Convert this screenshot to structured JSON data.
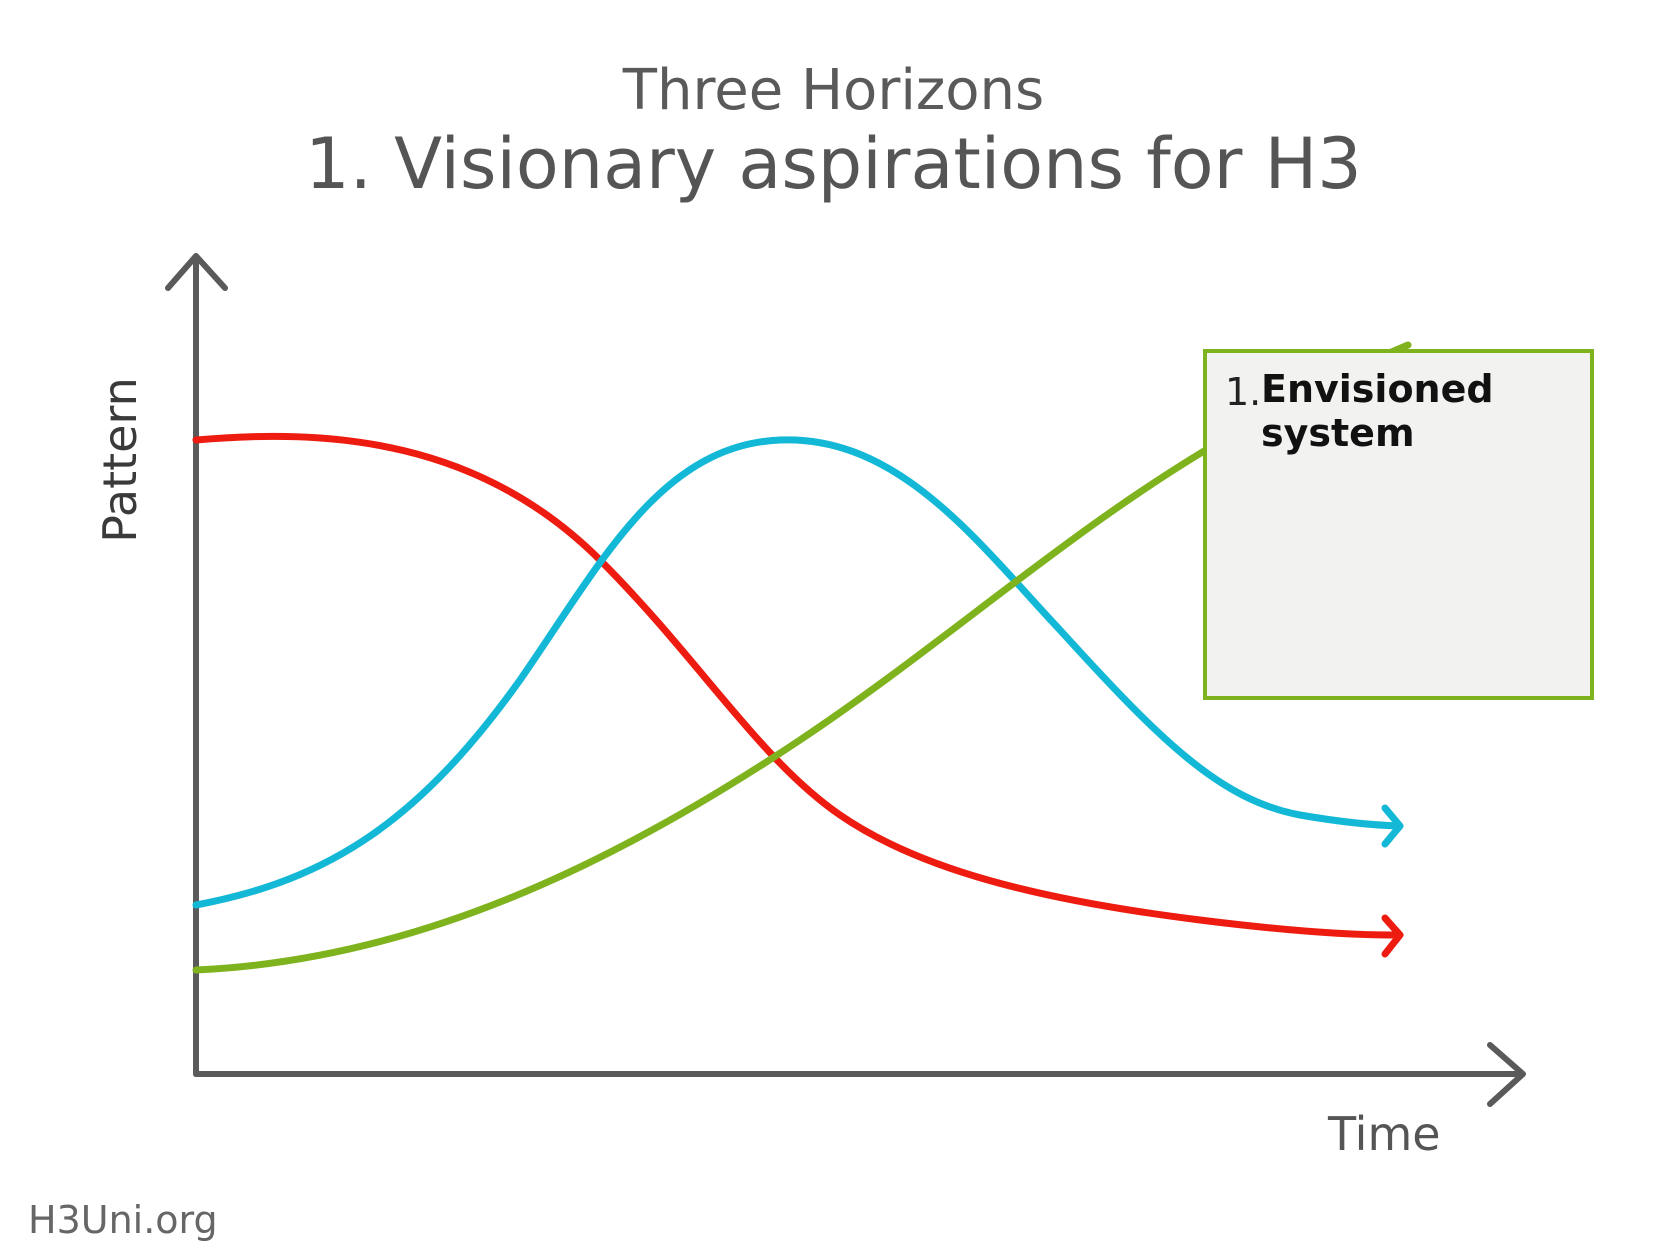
{
  "header": {
    "title": "Three Horizons",
    "subtitle": "1. Visionary aspirations for H3"
  },
  "axes": {
    "y_label": "Pattern",
    "x_label": "Time"
  },
  "callout": {
    "number": "1.",
    "text": "Envisioned system"
  },
  "footer": {
    "site": "H3Uni.org"
  },
  "colors": {
    "h1_curve": "#ee1c10",
    "h2_curve": "#12b8d6",
    "h3_curve": "#7fb31e",
    "axis": "#5a5a5a",
    "callout_border": "#7fb31e",
    "callout_fill": "#f2f2f0"
  }
}
